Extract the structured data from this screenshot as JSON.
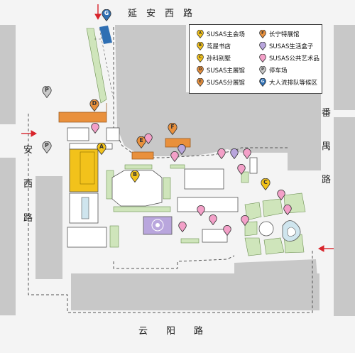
{
  "roads": {
    "north": "延　安　西　路",
    "south": "云　　阳　　路",
    "west": [
      "安",
      "西",
      "路"
    ],
    "east": [
      "番",
      "禺",
      "路"
    ]
  },
  "legend": [
    {
      "letter": "A",
      "label": "SUSAS主会场",
      "color": "#f2c21b",
      "shape": "pin"
    },
    {
      "letter": "F",
      "label": "长宁特展馆",
      "color": "#e9903c",
      "shape": "pin"
    },
    {
      "letter": "B",
      "label": "茑屋书店",
      "color": "#f2c21b",
      "shape": "pin"
    },
    {
      "letter": "",
      "label": "SUSAS生活盒子",
      "color": "#b9a6dd",
      "shape": "pin"
    },
    {
      "letter": "C",
      "label": "孙科别墅",
      "color": "#f2c21b",
      "shape": "pin"
    },
    {
      "letter": "",
      "label": "SUSAS公共艺术品",
      "color": "#f3a0c8",
      "shape": "pin"
    },
    {
      "letter": "D",
      "label": "SUSAS主展馆",
      "color": "#e9903c",
      "shape": "pin"
    },
    {
      "letter": "P",
      "label": "停车场",
      "color": "#c9c9c9",
      "shape": "pin"
    },
    {
      "letter": "E",
      "label": "SUSAS分展馆",
      "color": "#e9903c",
      "shape": "pin"
    },
    {
      "letter": "G",
      "label": "大人流排队等候区",
      "color": "#2f6fb3",
      "shape": "pin"
    }
  ],
  "markers": {
    "A": "A",
    "B": "B",
    "C": "C",
    "D": "D",
    "E": "E",
    "F": "F",
    "G": "G",
    "P": "P"
  },
  "colors": {
    "road": "#f4f4f4",
    "block": "#c8c8c8",
    "green": "#cfe5bb",
    "orange": "#e9903c",
    "yellow": "#f2c21b",
    "blue": "#2f6fb3",
    "pink": "#f3a0c8",
    "purple": "#b9a6dd",
    "arrow": "#d8242b"
  }
}
